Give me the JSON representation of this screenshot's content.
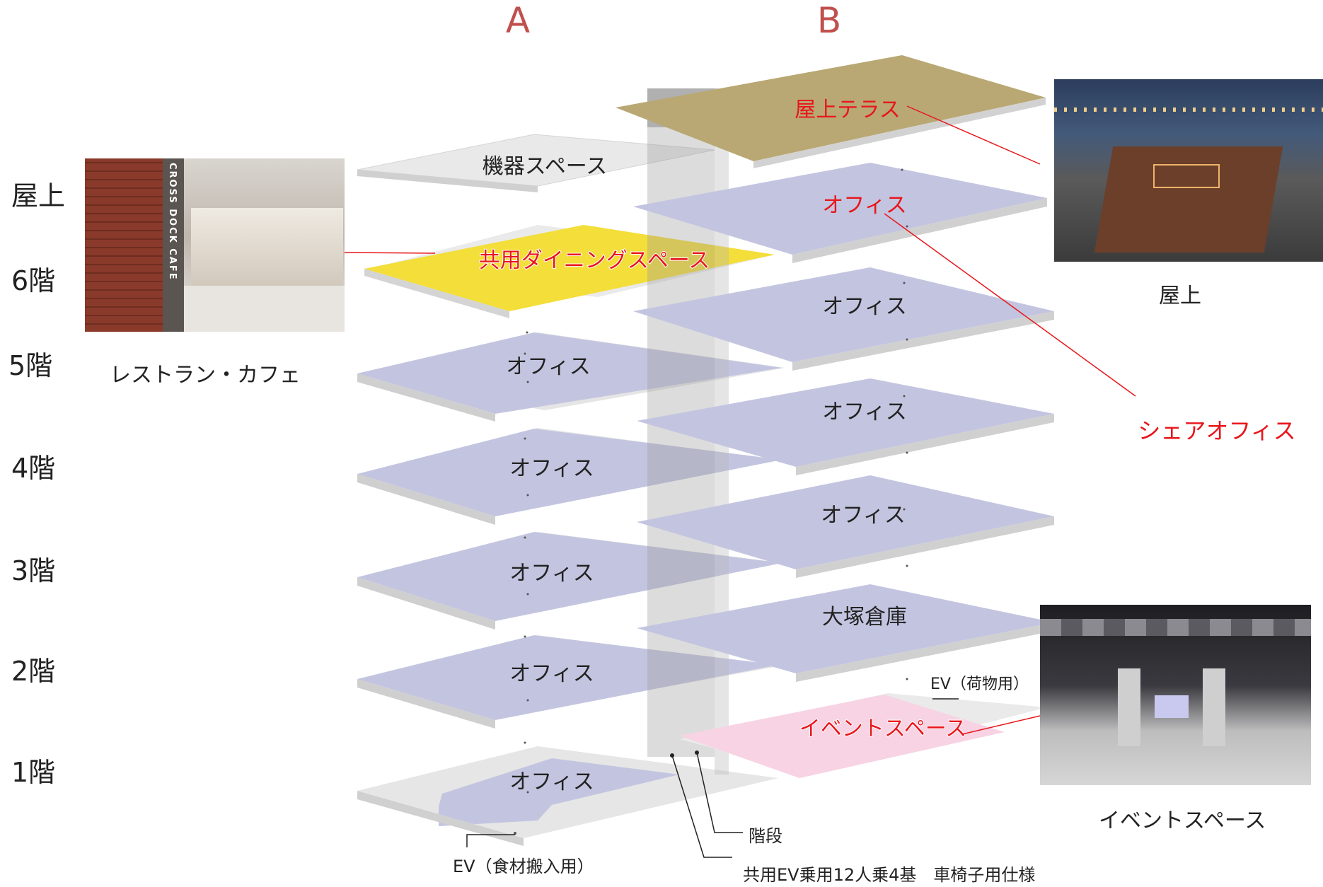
{
  "columns": {
    "a": "A",
    "b": "B"
  },
  "floors": {
    "roof": "屋上",
    "f6": "6階",
    "f5": "5階",
    "f4": "4階",
    "f3": "3階",
    "f2": "2階",
    "f1": "1階"
  },
  "slabs": {
    "machine": "機器スペース",
    "dining": "共用ダイニングスペース",
    "a5": "オフィス",
    "a4": "オフィス",
    "a3": "オフィス",
    "a2": "オフィス",
    "a1": "オフィス",
    "roof_terrace": "屋上テラス",
    "b6": "オフィス",
    "b5": "オフィス",
    "b4": "オフィス",
    "b3": "オフィス",
    "b2": "大塚倉庫",
    "event": "イベントスペース"
  },
  "callouts": {
    "share_office": "シェアオフィス",
    "ev_cargo": "EV（荷物用）",
    "stairs": "階段",
    "ev_food": "EV（食材搬入用）",
    "shared_ev": "共用EV乗用12人乗4基　車椅子用仕様"
  },
  "photos": {
    "cafe_caption": "レストラン・カフェ",
    "cafe_sign": "CROSS DOCK CAFE",
    "roof_caption": "屋上",
    "event_caption": "イベントスペース"
  },
  "colors": {
    "column_label": "#c0504d",
    "highlight_text": "#e8161b",
    "office_slab": "#c3c5e0",
    "grey_slab": "#e6e6e6",
    "dining_slab": "#f3de3a",
    "terrace_slab": "#b9a873",
    "event_slab": "#f7d3e3",
    "leader_line": "#e8161b"
  }
}
